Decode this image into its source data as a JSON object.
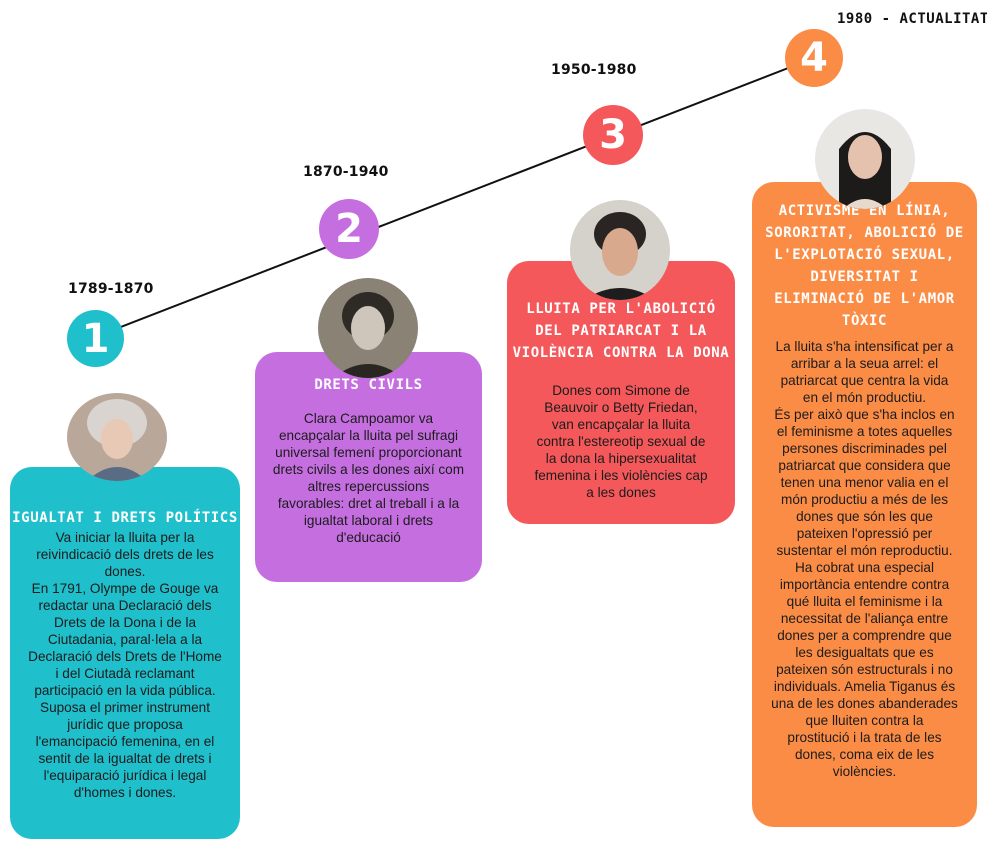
{
  "colors": {
    "teal": "#1fbfcc",
    "purple": "#c56ee0",
    "red": "#f4585a",
    "orange": "#fb8c46",
    "line": "#111111"
  },
  "stages": [
    {
      "number": "1",
      "period": "1789-1870",
      "title": "IGUALTAT I DRETS POLÍTICS",
      "body": "Va iniciar la lluita per la\nreivindicació dels drets de les\ndones.\nEn 1791, Olympe de Gouge va\nredactar una Declaració dels\nDrets de la Dona i de la\nCiutadania, paral·lela a la\nDeclaració dels Drets de l'Home\ni del Ciutadà reclamant\nparticipació en la vida pública.\nSuposa el primer instrument\njurídic  que proposa\nl'emancipació femenina, en el\nsentit de la igualtat de drets i\nl'equiparació jurídica i legal\nd'homes i dones.",
      "portrait_icon": "portrait-woman-18th-century-icon"
    },
    {
      "number": "2",
      "period": "1870-1940",
      "title": "DRETS CIVILS",
      "body": "Clara Campoamor va\nencapçalar la lluita pel sufragi\nuniversal femení proporcionant\ndrets civils a les dones així com\naltres repercussions\nfavorables: dret al treball i a la\nigualtat laboral i drets\nd'educació",
      "portrait_icon": "portrait-woman-vintage-icon"
    },
    {
      "number": "3",
      "period": "1950-1980",
      "title": "LLUITA PER L'ABOLICIÓ\nDEL PATRIARCAT I LA\nVIOLÈNCIA CONTRA LA DONA",
      "body": "Dones com Simone de\nBeauvoir o Betty Friedan,\nvan encapçalar la lluita\ncontra l'estereotip sexual de\nla dona la hipersexualitat\nfemenina i les violències cap\na les dones",
      "portrait_icon": "portrait-woman-short-hair-icon"
    },
    {
      "number": "4",
      "period": "1980 - ACTUALITAT",
      "title": "ACTIVISME EN LÍNIA,\nSORORITAT, ABOLICIÓ DE\nL'EXPLOTACIÓ SEXUAL,\nDIVERSITAT I\nELIMINACIÓ DE L'AMOR\nTÒXIC",
      "body": "La lluita s'ha intensificat per a\narribar a la seua arrel: el\npatriarcat que centra la vida\nen el món productiu.\nÉs per això que s'ha inclos en\nel feminisme a totes aquelles\npersones discriminades pel\npatriarcat que considera que\ntenen una menor valia en el\nmón productiu a més de les\ndones que són les que\npateixen l'opressió per\nsustentar el món reproductiu.\nHa cobrat una especial\nimportància entendre contra\nqué lluita el feminisme i la\nnecessitat de l'aliança entre\ndones per a comprendre que\nles desigualtats que es\npateixen són estructurals i no\nindividuals. Amelia Tiganus és\nuna de les dones abanderades\nque lluiten contra la\nprostitució i la trata de les\ndones, coma  eix de les\nviolències.",
      "portrait_icon": "portrait-woman-modern-icon"
    }
  ]
}
